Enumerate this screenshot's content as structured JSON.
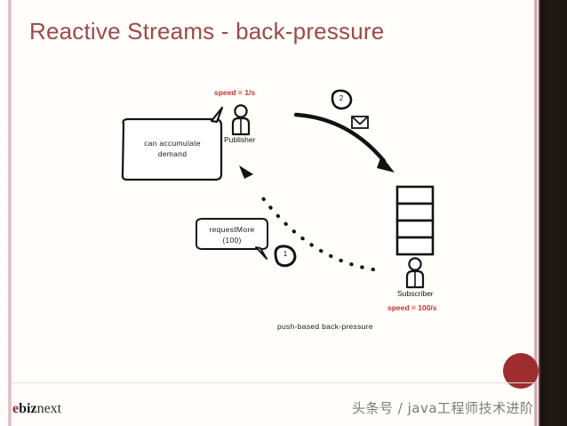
{
  "slide": {
    "title": "Reactive Streams - back-pressure",
    "background_color": "#fffefb",
    "title_color": "#9c4a4a",
    "accent_color": "#9e2d2d",
    "red_label_color": "#cc3333"
  },
  "diagram": {
    "caption": "push-based back-pressure",
    "publisher": {
      "role_label": "Publisher",
      "speed_label": "speed = 1/s"
    },
    "subscriber": {
      "role_label": "Subscriber",
      "speed_label": "speed = 100/s",
      "buffer_cells": 4
    },
    "bubbles": [
      {
        "name": "accumulate-demand-bubble",
        "text": "can accumulate\ndemand"
      },
      {
        "name": "request-more-bubble",
        "text": "requestMore\n(100)"
      }
    ],
    "step_badges": [
      {
        "name": "step-badge-1",
        "number": "1"
      },
      {
        "name": "step-badge-2",
        "number": "2"
      }
    ],
    "icons": {
      "envelope": "envelope-icon",
      "publisher_person": "person-icon",
      "subscriber_person": "person-icon"
    }
  },
  "footer": {
    "logo_e": "e",
    "logo_biz": "biz",
    "logo_next": "next",
    "watermark": "头条号 / java工程师技术进阶"
  }
}
